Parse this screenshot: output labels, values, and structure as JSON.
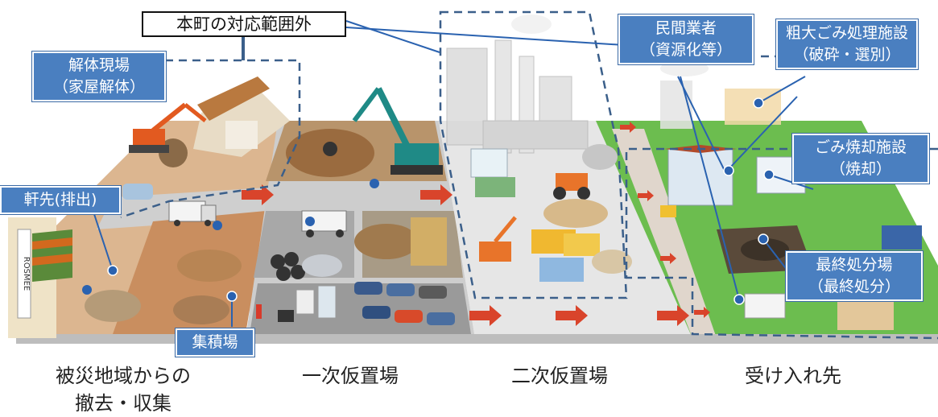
{
  "outside_scope_label": "本町の対応範囲外",
  "labels": {
    "demolition_site": [
      "解体現場",
      "（家屋解体）"
    ],
    "eaves": "軒先(排出)",
    "collection_site": "集積場",
    "private_contractor": [
      "民間業者",
      "（資源化等）"
    ],
    "bulky_waste_facility": [
      "粗大ごみ処理施設",
      "（破砕・選別）"
    ],
    "incineration_facility": [
      "ごみ焼却施設",
      "（焼却）"
    ],
    "final_disposal_site": [
      "最終処分場",
      "（最終処分）"
    ]
  },
  "store_sign": "ROSMEE",
  "captions": {
    "stage1": [
      "被災地域からの",
      "撤去・収集"
    ],
    "stage2": "一次仮置場",
    "stage3": "二次仮置場",
    "stage4": "受け入れ先"
  },
  "colors": {
    "label_fill": "#4a7fc0",
    "arrow": "#d9442b",
    "dashed_line": "#3b5f8a",
    "ground_disaster": "#d8a97c",
    "ground_road": "#c7c7c7",
    "ground_receiver": "#67b84b"
  }
}
